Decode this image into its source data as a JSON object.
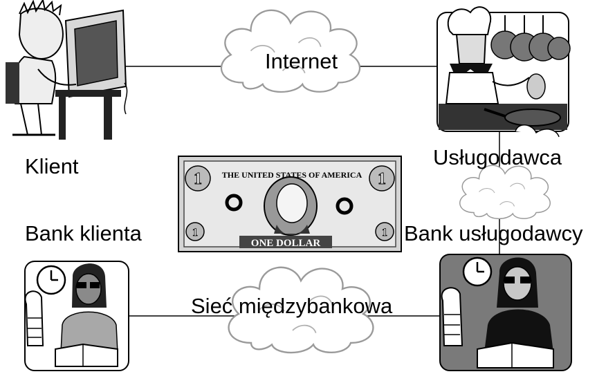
{
  "labels": {
    "client": "Klient",
    "provider": "Usługodawca",
    "client_bank": "Bank klienta",
    "provider_bank": "Bank usługodawcy"
  },
  "networks": {
    "internet": "Internet",
    "interbank": "Sieć międzybankowa"
  },
  "banknote": {
    "country_text": "THE UNITED STATES OF AMERICA",
    "denomination_text": "ONE DOLLAR",
    "corner_numeral": "1"
  },
  "icons": {
    "client": "person-at-computer-icon",
    "provider": "chef-cooking-icon",
    "client_bank": "bank-clerk-icon",
    "provider_bank": "bank-clerk-dark-icon",
    "network": "cloud-icon",
    "money": "dollar-banknote-icon"
  }
}
